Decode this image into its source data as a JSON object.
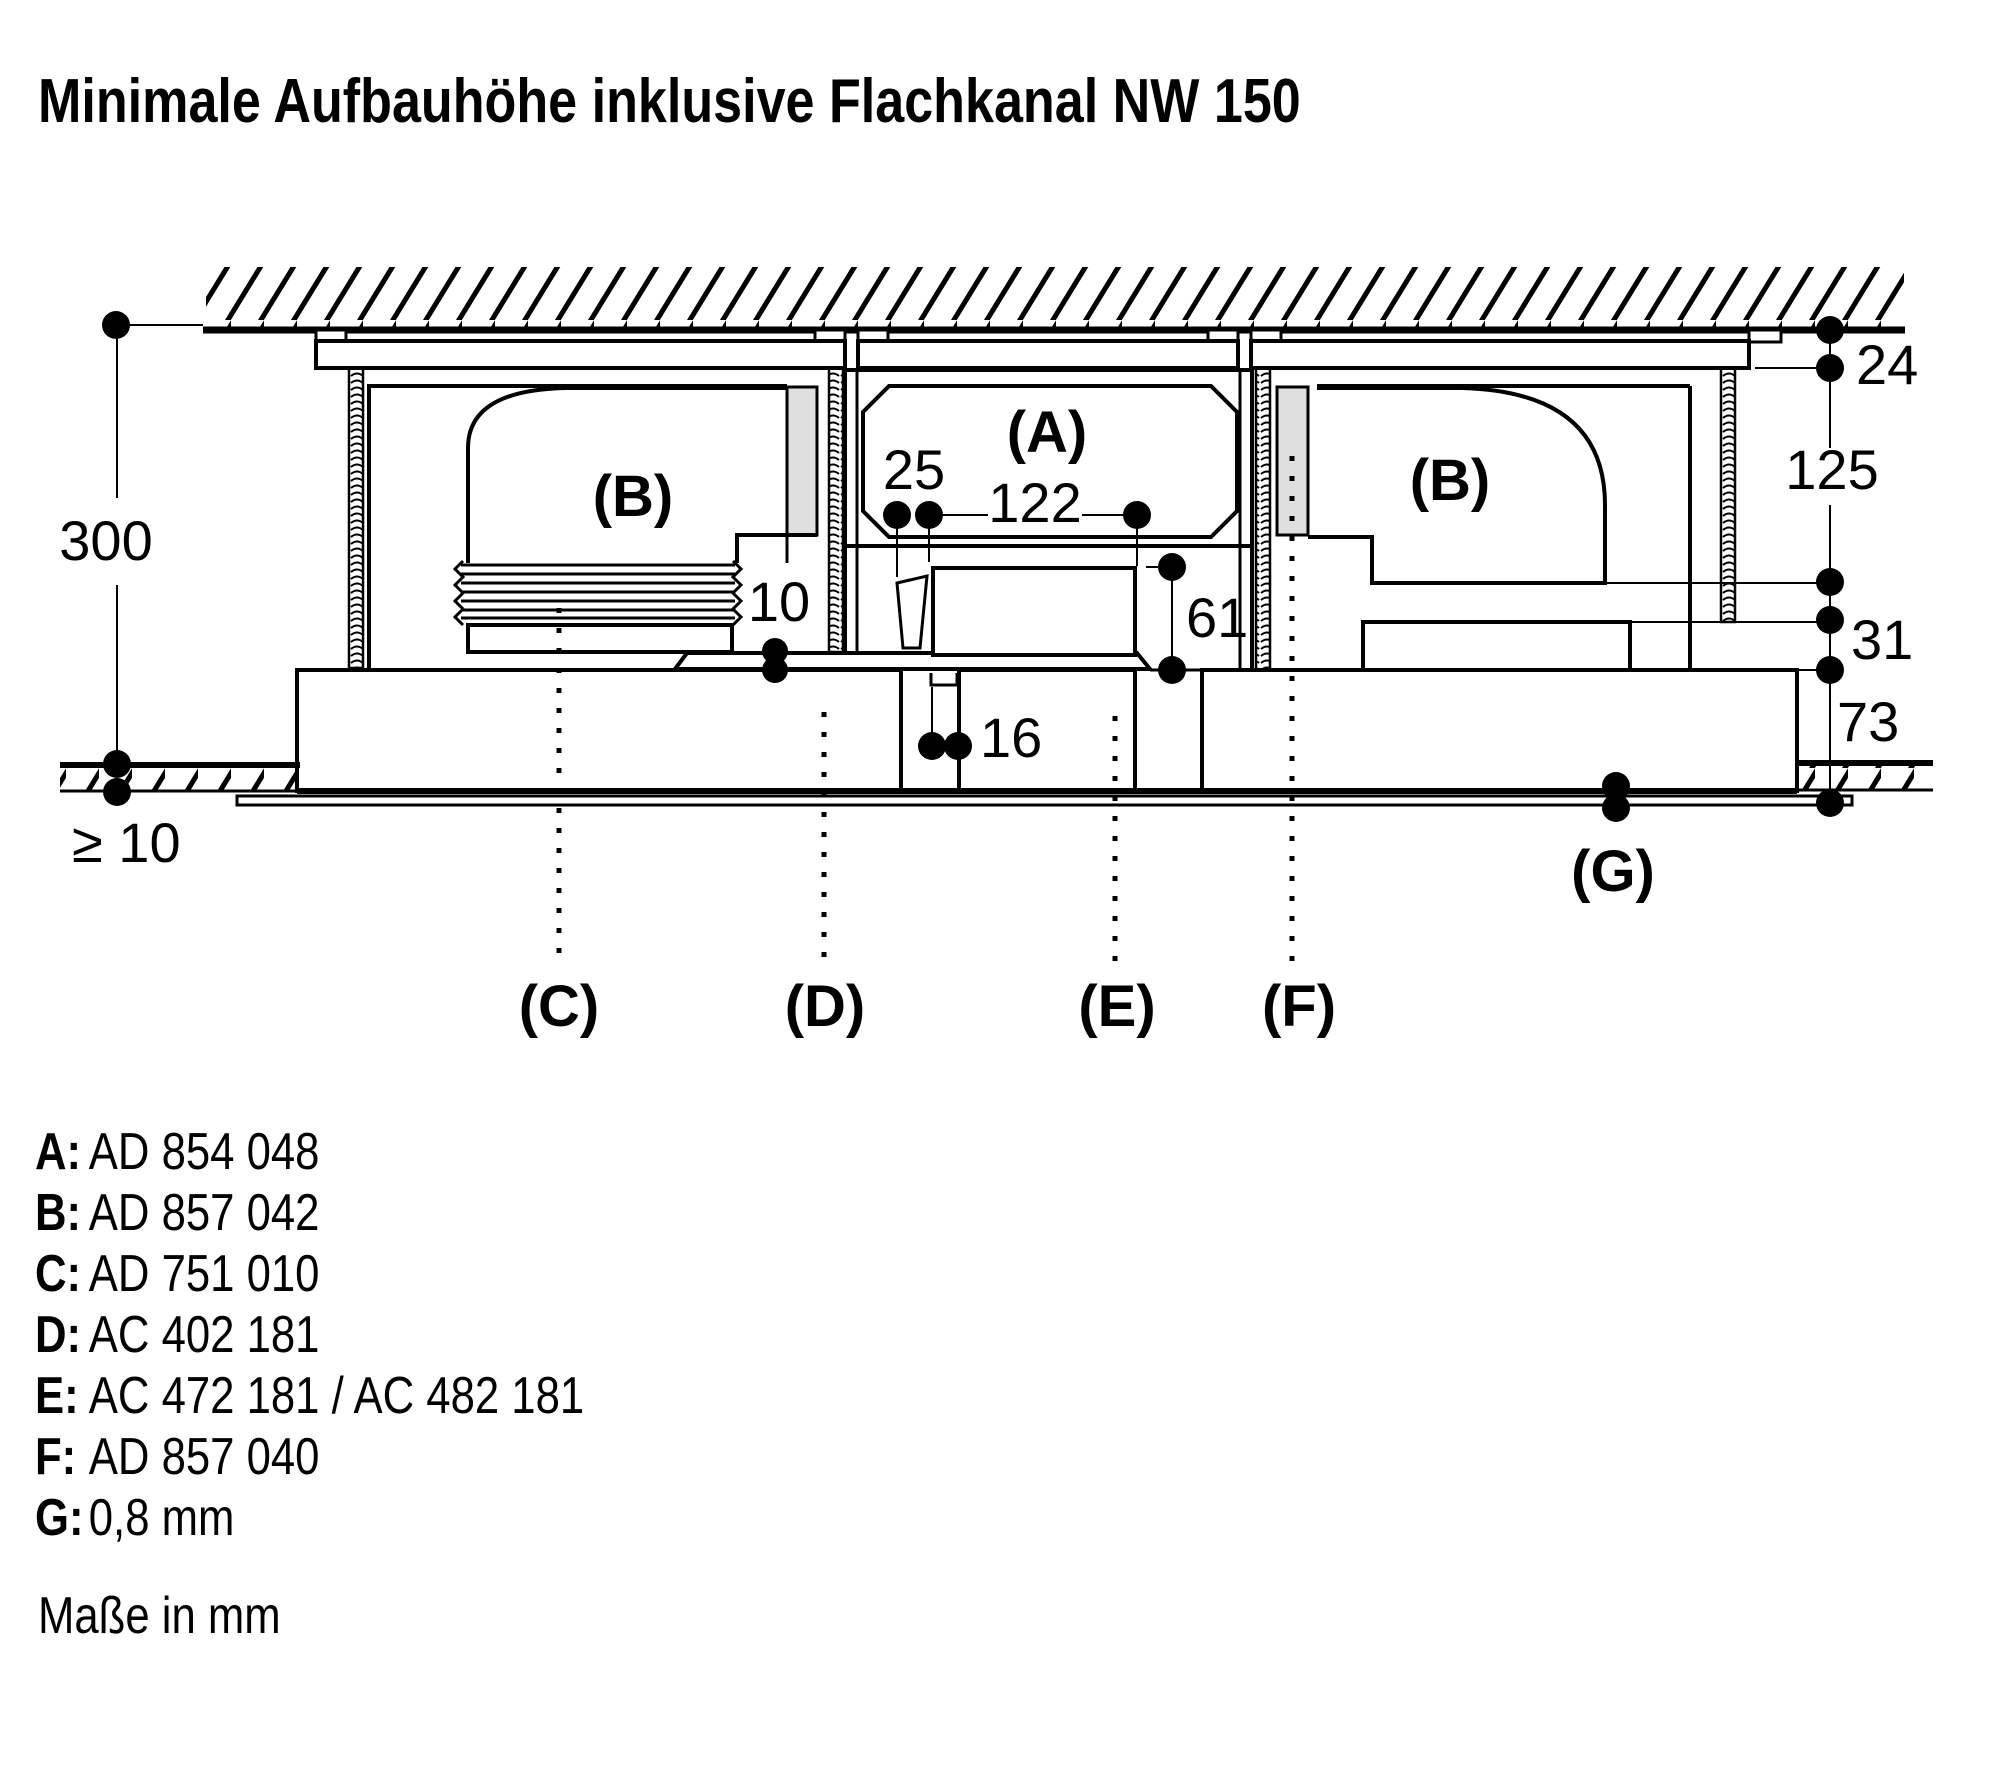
{
  "page": {
    "title": "Minimale Aufbauhöhe inklusive Flachkanal NW 150",
    "units_note": "Maße in mm"
  },
  "legend": {
    "rows": [
      {
        "key": "A:",
        "value": "AD 854 048"
      },
      {
        "key": "B:",
        "value": "AD 857 042"
      },
      {
        "key": "C:",
        "value": "AD 751 010"
      },
      {
        "key": "D:",
        "value": "AC 402 181"
      },
      {
        "key": "E:",
        "value": "AC 472 181 / AC 482 181"
      },
      {
        "key": "F:",
        "value": "AD 857 040"
      },
      {
        "key": "G:",
        "value": "0,8 mm"
      }
    ]
  },
  "diagram": {
    "dims": {
      "total_height": "300",
      "floor_clearance": "≥ 10",
      "ceiling_gap": "24",
      "upper_right": "125",
      "mid_right": "31",
      "lower_right": "73",
      "duct_offset": "25",
      "duct_length": "122",
      "spacer_thickness": "10",
      "outlet_height": "61",
      "lower_duct_width": "16"
    },
    "labels": {
      "a": "(A)",
      "b": "(B)",
      "c": "(C)",
      "d": "(D)",
      "e": "(E)",
      "f": "(F)",
      "g": "(G)"
    },
    "colors": {
      "line": "#000000",
      "connector_fill": "#dfdfdf",
      "background": "#ffffff"
    }
  }
}
